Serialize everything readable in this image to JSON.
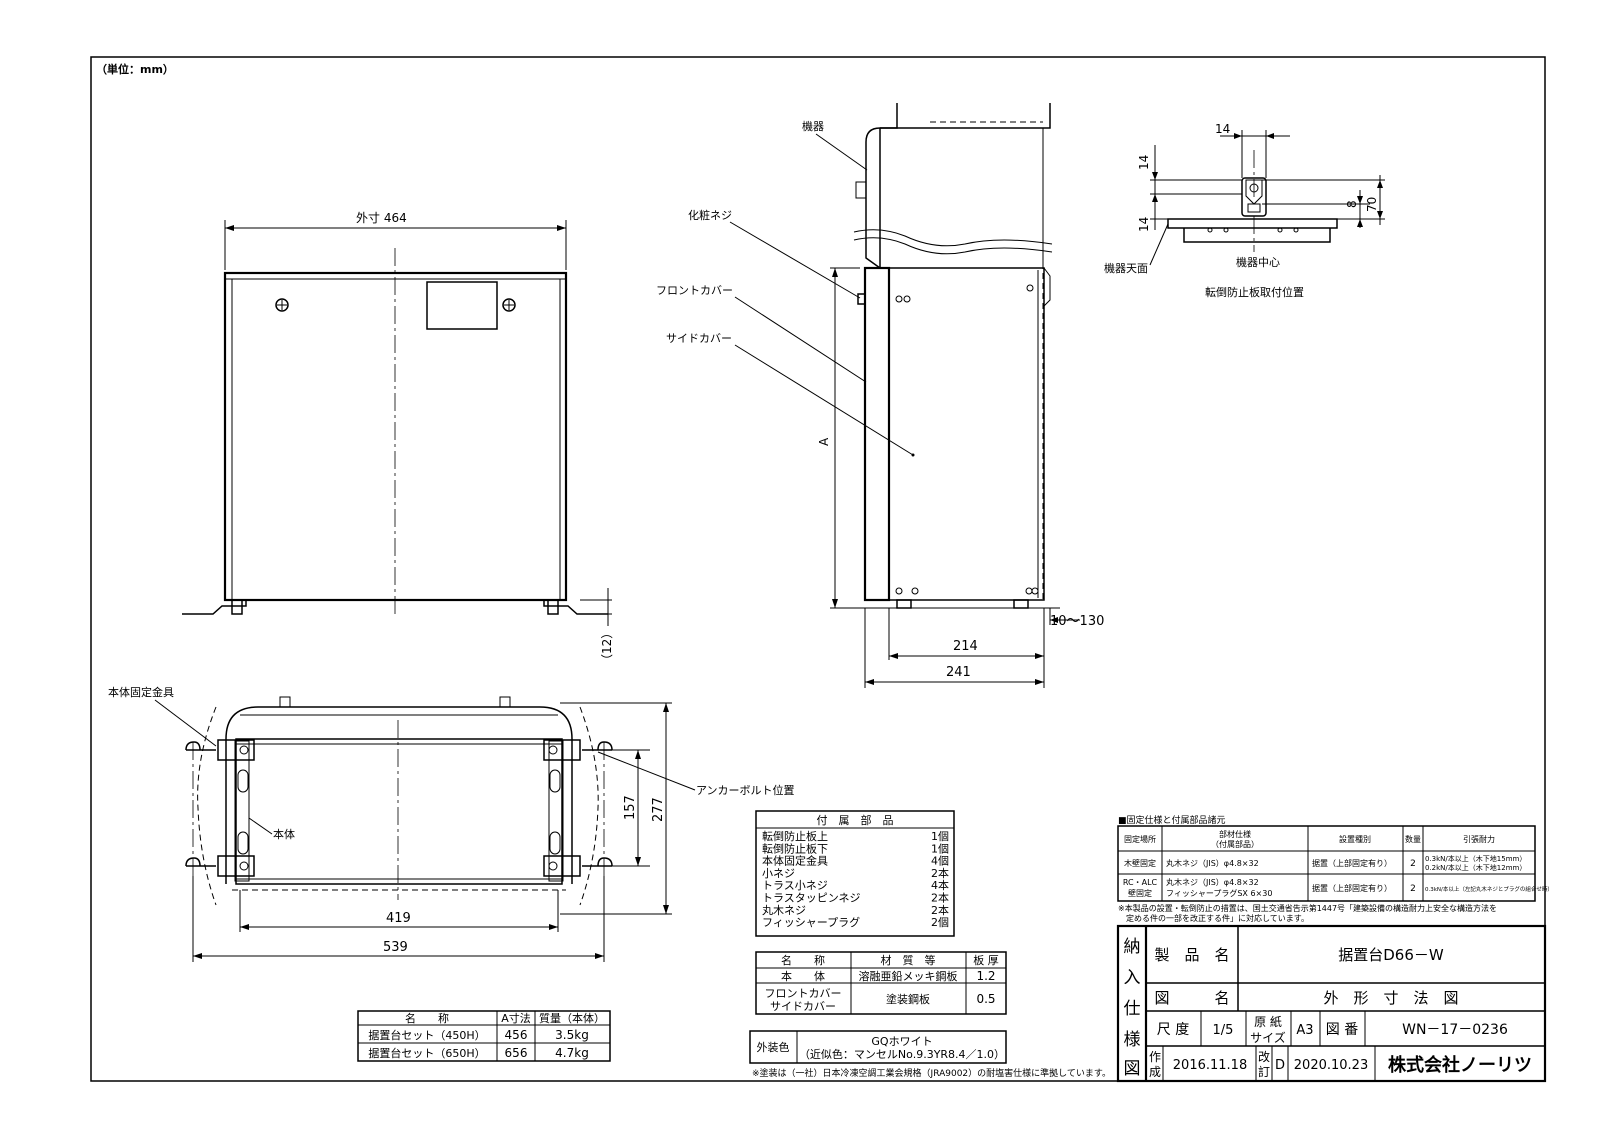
{
  "unit_note": "（単位：mm）",
  "front_view": {
    "width_label": "外寸 464",
    "foot_label": "（12）"
  },
  "side_view": {
    "kiki": "機器",
    "kesho_neji": "化粧ネジ",
    "front_cover": "フロントカバー",
    "side_cover": "サイドカバー",
    "a_label": "A",
    "dim_10_130": "10～130",
    "dim_214": "214",
    "dim_241": "241"
  },
  "detail_view": {
    "dim_14_top": "14",
    "dim_14_a": "14",
    "dim_14_b": "14",
    "dim_8": "8",
    "dim_70": "70",
    "kiki_tenmen": "機器天面",
    "kiki_chushin": "機器中心",
    "caption": "転倒防止板取付位置"
  },
  "plan_view": {
    "hontai_kotei": "本体固定金具",
    "hontai": "本体",
    "anchor": "アンカーボルト位置",
    "dim_157": "157",
    "dim_277": "277",
    "dim_419": "419",
    "dim_539": "539"
  },
  "accessories": {
    "header": "付　属　部　品",
    "items": [
      {
        "name": "転倒防止板上",
        "qty": "1個"
      },
      {
        "name": "転倒防止板下",
        "qty": "1個"
      },
      {
        "name": "本体固定金具",
        "qty": "4個"
      },
      {
        "name": "小ネジ",
        "qty": "2本"
      },
      {
        "name": "トラス小ネジ",
        "qty": "4本"
      },
      {
        "name": "トラスタッピンネジ",
        "qty": "2本"
      },
      {
        "name": "丸木ネジ",
        "qty": "2本"
      },
      {
        "name": "フィッシャープラグ",
        "qty": "2個"
      }
    ]
  },
  "materials": {
    "headers": [
      "名　　称",
      "材　質　等",
      "板 厚"
    ],
    "rows": [
      {
        "name": "本　　体",
        "material": "溶融亜鉛メッキ鋼板",
        "thickness": "1.2"
      },
      {
        "name1": "フロントカバー",
        "name2": "サイドカバー",
        "material": "塗装鋼板",
        "thickness": "0.5"
      }
    ]
  },
  "finish": {
    "label": "外装色",
    "line1": "GQホワイト",
    "line2": "（近似色：マンセルNo.9.3YR8.4／1.0）"
  },
  "finish_note": "※塗装は（一社）日本冷凍空調工業会規格（JRA9002）の耐塩害仕様に準拠しています。",
  "set_table": {
    "headers": [
      "名　　称",
      "A寸法",
      "質量（本体）"
    ],
    "rows": [
      [
        "据置台セット（450H）",
        "456",
        "3.5kg"
      ],
      [
        "据置台セット（650H）",
        "656",
        "4.7kg"
      ]
    ]
  },
  "fixing_table": {
    "title": "■固定仕様と付属部品諸元",
    "headers": [
      "固定場所",
      "部材仕様",
      "（付属部品）",
      "設置種別",
      "数量",
      "引張耐力"
    ],
    "rows": [
      {
        "place": "木壁固定",
        "spec": "丸木ネジ（JIS）φ4.8×32",
        "type": "据置（上部固定有り）",
        "qty": "2",
        "force1": "0.3kN/本以上（木下地15mm）",
        "force2": "0.2kN/本以上（木下地12mm）"
      },
      {
        "place1": "RC・ALC",
        "place2": "壁固定",
        "spec1": "丸木ネジ（JIS）φ4.8×32",
        "spec2": "フィッシャープラグSX 6×30",
        "type": "据置（上部固定有り）",
        "qty": "2",
        "force": "0.3kN/本以上（左記丸木ネジとプラグの組合せ時）"
      }
    ],
    "note1": "※本製品の設置・転倒防止の措置は、国土交通省告示第1447号「建築設備の構造耐力上安全な構造方法を",
    "note2": "定める件の一部を改正する件」に対応しています。"
  },
  "title_block": {
    "v_chars": [
      "納",
      "入",
      "仕",
      "様",
      "図"
    ],
    "product_label": "製　品　名",
    "product_name": "据置台D66－W",
    "drawing_label": "図　　　名",
    "drawing_name": "外　形　寸　法　図",
    "scale_label": "尺 度",
    "scale": "1/5",
    "paper_label1": "原 紙",
    "paper_label2": "サイズ",
    "paper": "A3",
    "number_label": "図 番",
    "number": "WN－17－0236",
    "created_label1": "作",
    "created_label2": "成",
    "created": "2016.11.18",
    "revised_label1": "改",
    "revised_label2": "訂",
    "revision": "D",
    "revised": "2020.10.23",
    "company": "株式会社ノーリツ"
  }
}
